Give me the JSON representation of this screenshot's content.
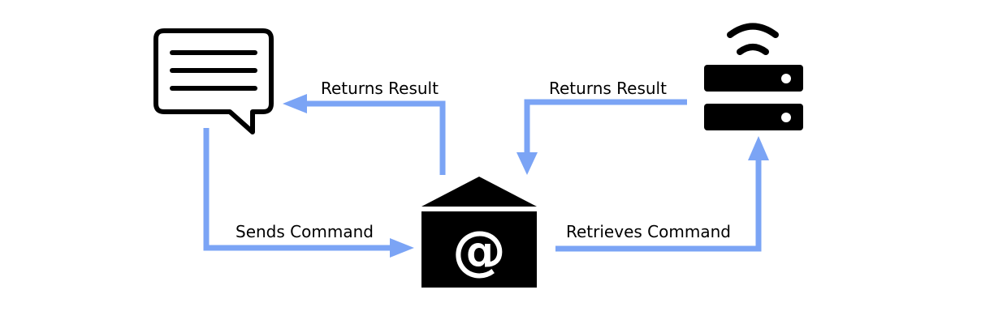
{
  "labels": {
    "returns_result_left": "Returns Result",
    "returns_result_right": "Returns Result",
    "sends_command": "Sends Command",
    "retrieves_command": "Retrieves Command"
  },
  "email_symbol": "@",
  "icons": {
    "client": "chat-bubble-icon",
    "mail": "email-envelope-icon",
    "server": "wireless-server-icon"
  },
  "colors": {
    "arrow": "#7ba4f5",
    "icon": "#000000",
    "background": "#ffffff"
  }
}
